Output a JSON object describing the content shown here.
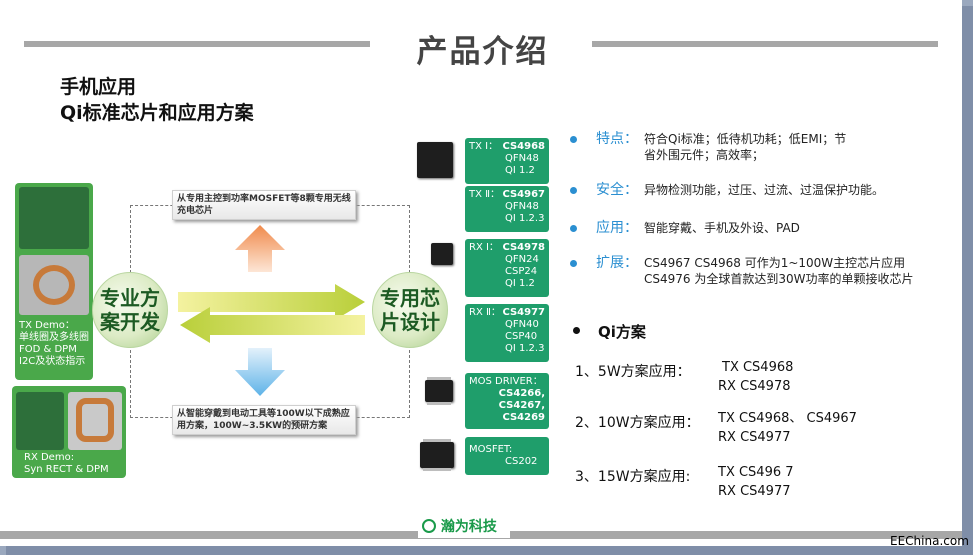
{
  "header": {
    "title": "产品介绍"
  },
  "subtitle": {
    "line1": "手机应用",
    "line2": "Qi标准芯片和应用方案"
  },
  "left_panel": {
    "tx_demo": [
      "TX Demo：",
      "单线圈及多线圈",
      "FOD & DPM",
      "I2C及状态指示"
    ],
    "rx_demo": [
      "RX Demo:",
      "Syn RECT & DPM"
    ]
  },
  "diagram": {
    "left_circle": [
      "专业方",
      "案开发"
    ],
    "right_circle": [
      "专用芯",
      "片设计"
    ],
    "top_callout": "从专用主控到功率MOSFET等8颗专用无线充电芯片",
    "bottom_callout": "从智能穿戴到电动工具等100W以下成熟应用方案，100W~3.5KW的预研方案"
  },
  "chips": [
    {
      "label": "TX Ⅰ：",
      "part": "CS4968",
      "specs": [
        "QFN48",
        "QI 1.2"
      ]
    },
    {
      "label": "TX Ⅱ：",
      "part": "CS4967",
      "specs": [
        "QFN48",
        "QI 1.2.3"
      ]
    },
    {
      "label": "RX Ⅰ：",
      "part": "CS4978",
      "specs": [
        "QFN24",
        "CSP24",
        "QI 1.2"
      ]
    },
    {
      "label": "RX Ⅱ：",
      "part": "CS4977",
      "specs": [
        "QFN40",
        "CSP40",
        "QI 1.2.3"
      ]
    },
    {
      "label": "MOS DRIVER：",
      "parts": [
        "CS4266,",
        "CS4267,",
        "CS4269"
      ]
    },
    {
      "label": "MOSFET:",
      "part": "CS202"
    }
  ],
  "features": [
    {
      "key": "特点：",
      "value": "符合Qi标准；低待机功耗；低EMI；节省外围元件；高效率；"
    },
    {
      "key": "安全：",
      "value": "异物检测功能，过压、过流、过温保护功能。"
    },
    {
      "key": "应用：",
      "value": "智能穿戴、手机及外设、PAD"
    },
    {
      "key": "扩展：",
      "value": "CS4967  CS4968 可作为1~100W主控芯片应用 CS4976 为全球首款达到30W功率的单颗接收芯片"
    }
  ],
  "qi_solutions": {
    "heading": "Qi方案",
    "items": [
      {
        "label": "1、5W方案应用：",
        "parts": [
          "TX CS4968",
          "RX CS4978"
        ]
      },
      {
        "label": "2、10W方案应用：",
        "parts": [
          "TX CS4968、 CS4967",
          "RX CS4977"
        ]
      },
      {
        "label": "3、15W方案应用:",
        "parts": [
          "TX  CS496 7",
          "RX CS4977"
        ]
      }
    ]
  },
  "footer": {
    "logo": "瀚为科技",
    "watermark": "EEChina.com"
  },
  "colors": {
    "accent_green": "#1f9e6b",
    "feature_blue": "#2b8fd1",
    "rule_gray": "#a7a7a7"
  }
}
